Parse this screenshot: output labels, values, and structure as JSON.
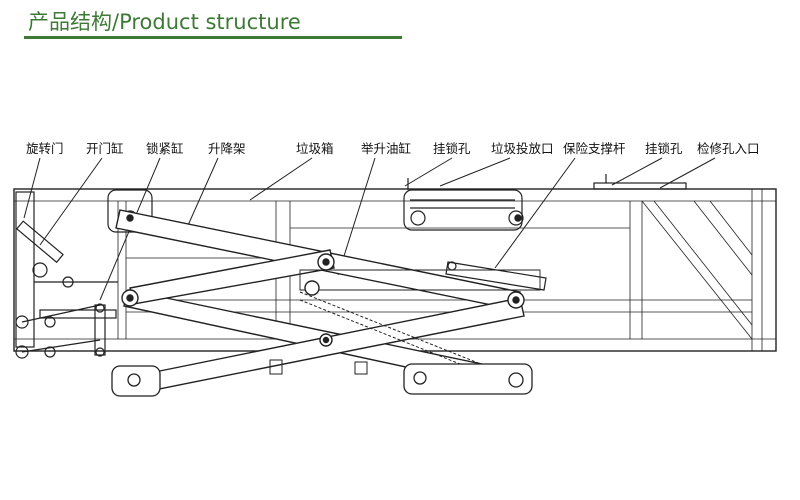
{
  "header": {
    "title": "产品结构/Product structure",
    "accent_color": "#3d7a36"
  },
  "labels": [
    "旋转门",
    "开门缸",
    "锁紧缸",
    "升降架",
    "垃圾箱",
    "举升油缸",
    "挂锁孔",
    "垃圾投放口",
    "保险支撑杆",
    "挂锁孔",
    "检修孔入口"
  ]
}
